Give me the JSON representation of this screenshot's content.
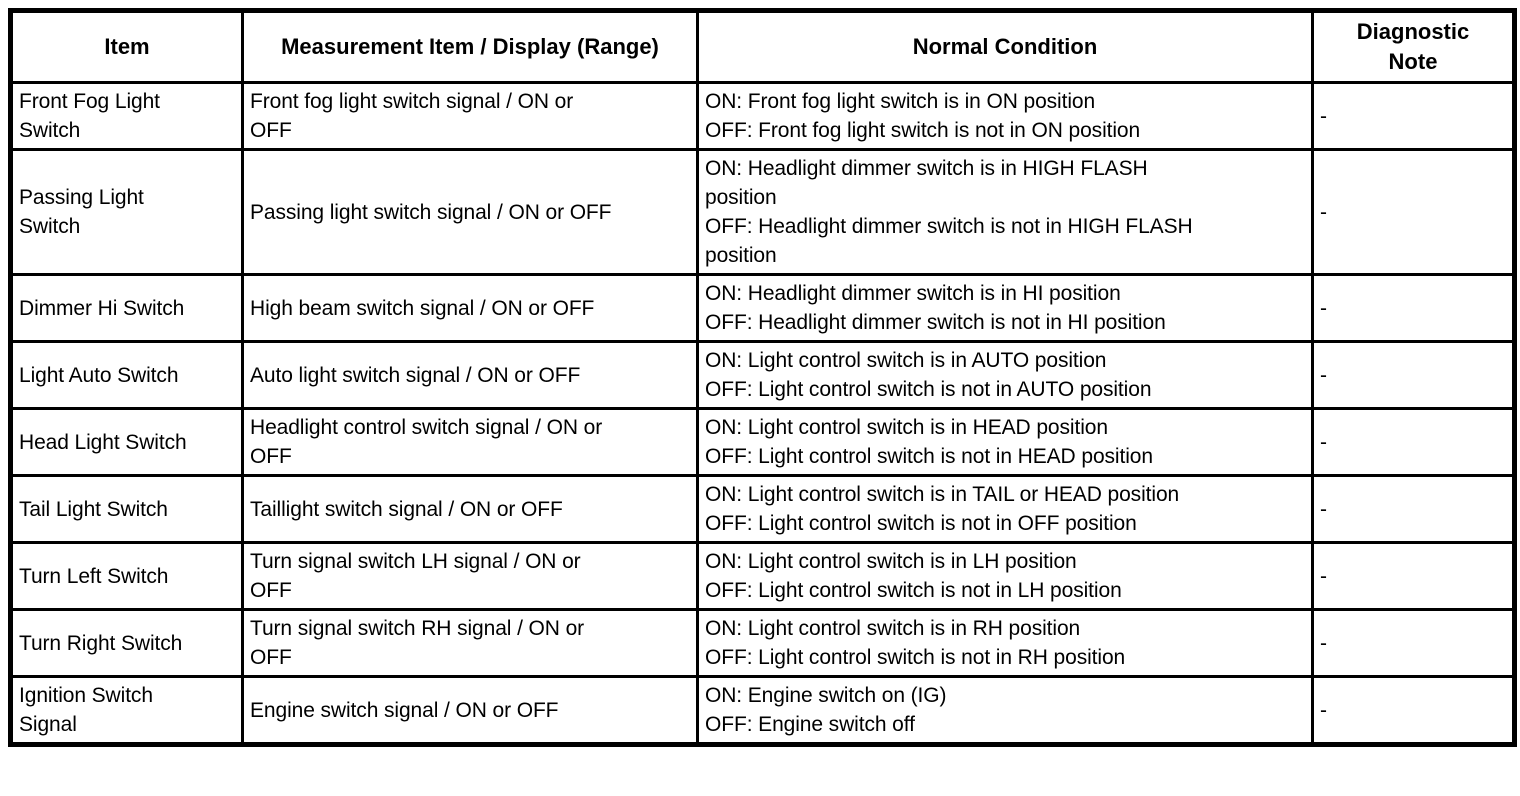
{
  "table": {
    "headers": {
      "item": "Item",
      "measurement": "Measurement Item / Display (Range)",
      "condition": "Normal Condition",
      "note": "Diagnostic\nNote"
    },
    "rows": [
      {
        "item": "Front Fog Light\nSwitch",
        "measurement": "Front fog light switch signal / ON or\nOFF",
        "condition": "ON: Front fog light switch is in ON position\nOFF: Front fog light switch is not in ON position",
        "note": "-"
      },
      {
        "item": "Passing Light\nSwitch",
        "measurement": "Passing light switch signal / ON or OFF",
        "condition": "ON: Headlight dimmer switch is in HIGH FLASH\nposition\nOFF: Headlight dimmer switch is not in HIGH FLASH\nposition",
        "note": "-"
      },
      {
        "item": "Dimmer Hi Switch",
        "measurement": "High beam switch signal / ON or OFF",
        "condition": "ON: Headlight dimmer switch is in HI position\nOFF: Headlight dimmer switch is not in HI position",
        "note": "-"
      },
      {
        "item": "Light Auto Switch",
        "measurement": "Auto light switch signal / ON or OFF",
        "condition": "ON: Light control switch is in AUTO position\nOFF: Light control switch is not in AUTO position",
        "note": "-"
      },
      {
        "item": "Head Light Switch",
        "measurement": "Headlight control switch signal / ON or\nOFF",
        "condition": "ON: Light control switch is in HEAD position\nOFF: Light control switch is not in HEAD position",
        "note": "-"
      },
      {
        "item": "Tail Light Switch",
        "measurement": "Taillight switch signal / ON or OFF",
        "condition": "ON: Light control switch is in TAIL or HEAD position\nOFF: Light control switch is not in OFF position",
        "note": "-"
      },
      {
        "item": "Turn Left Switch",
        "measurement": "Turn signal switch LH signal / ON or\nOFF",
        "condition": "ON: Light control switch is in LH position\nOFF: Light control switch is not in LH position",
        "note": "-"
      },
      {
        "item": "Turn Right Switch",
        "measurement": "Turn signal switch RH signal / ON or\nOFF",
        "condition": "ON: Light control switch is in RH position\nOFF: Light control switch is not in RH position",
        "note": "-"
      },
      {
        "item": "Ignition Switch\nSignal",
        "measurement": "Engine switch signal / ON or OFF",
        "condition": "ON: Engine switch on (IG)\nOFF: Engine switch off",
        "note": "-"
      }
    ]
  }
}
